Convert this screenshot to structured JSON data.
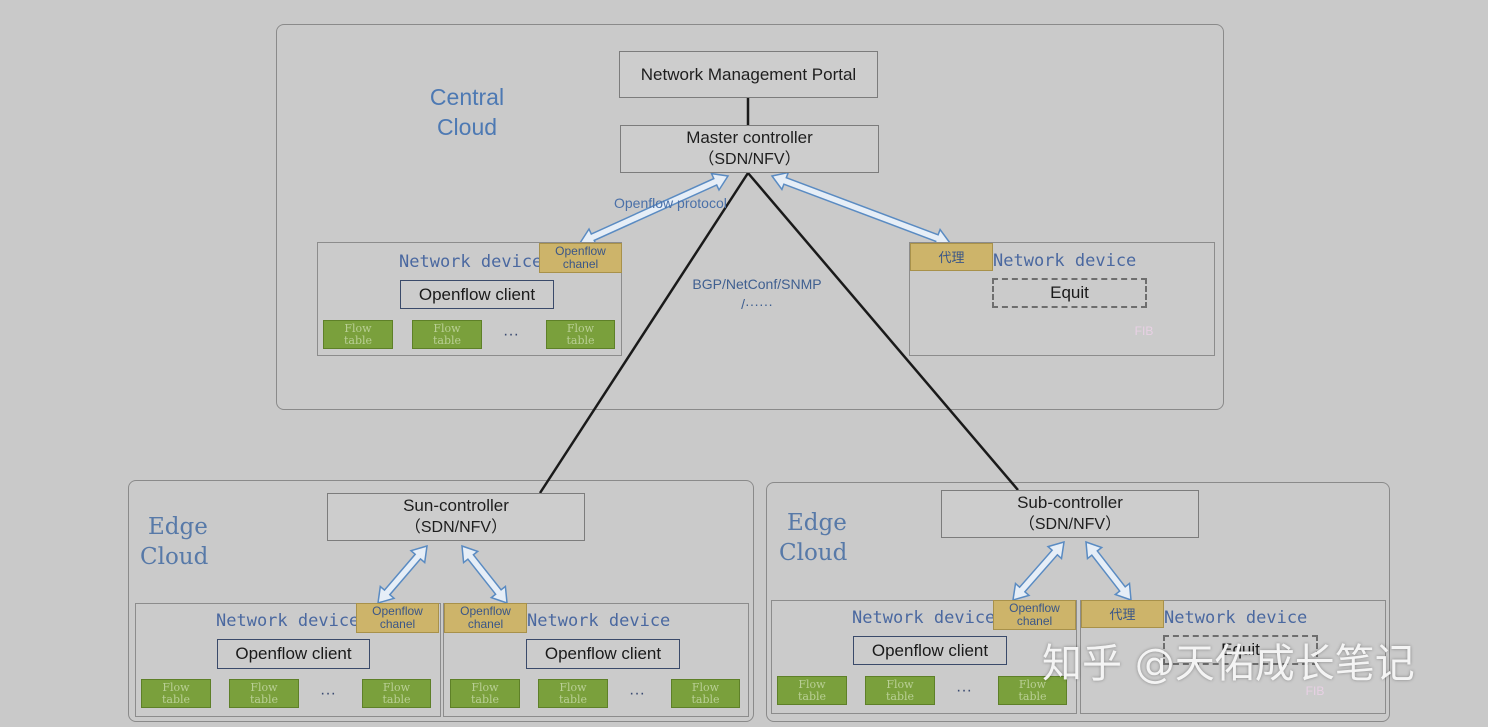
{
  "central": {
    "label_line1": "Central",
    "label_line2": "Cloud",
    "portal": "Network Management Portal",
    "master_line1": "Master controller",
    "master_line2": "（SDN/NFV）",
    "protocol_label": "Openflow protocol",
    "bgp_line1": "BGP/NetConf/SNMP",
    "bgp_line2": "/······",
    "device_left": {
      "title": "Network device",
      "tag_line1": "Openflow",
      "tag_line2": "chanel",
      "client": "Openflow client",
      "flow_line1": "Flow",
      "flow_line2": "table",
      "ellipsis": "···"
    },
    "device_right": {
      "title": "Network device",
      "tag": "代理",
      "equit": "Equit",
      "fib": "FIB"
    }
  },
  "edge_left": {
    "label_line1": "Edge",
    "label_line2": "Cloud",
    "controller_line1": "Sun-controller",
    "controller_line2": "（SDN/NFV）",
    "device_a": {
      "title": "Network device",
      "tag_line1": "Openflow",
      "tag_line2": "chanel",
      "client": "Openflow client",
      "flow_line1": "Flow",
      "flow_line2": "table",
      "ellipsis": "···"
    },
    "device_b": {
      "title": "Network device",
      "tag_line1": "Openflow",
      "tag_line2": "chanel",
      "client": "Openflow client",
      "flow_line1": "Flow",
      "flow_line2": "table",
      "ellipsis": "···"
    }
  },
  "edge_right": {
    "label_line1": "Edge",
    "label_line2": "Cloud",
    "controller_line1": "Sub-controller",
    "controller_line2": "（SDN/NFV）",
    "device_a": {
      "title": "Network device",
      "tag_line1": "Openflow",
      "tag_line2": "chanel",
      "client": "Openflow client",
      "flow_line1": "Flow",
      "flow_line2": "table",
      "ellipsis": "···"
    },
    "device_b": {
      "title": "Network device",
      "tag": "代理",
      "equit": "Equit",
      "fib": "FIB"
    }
  },
  "watermark": "知乎 @天佑成长笔记",
  "colors": {
    "background": "#c9c9c9",
    "region_label": "#4d79b3",
    "tag_fill": "#cdb46a",
    "flow_fill": "#7aa03c",
    "fib_fill": "#9b2f86",
    "link_arrow": "#e01a1a",
    "double_arrow": "#5a8bc2"
  }
}
